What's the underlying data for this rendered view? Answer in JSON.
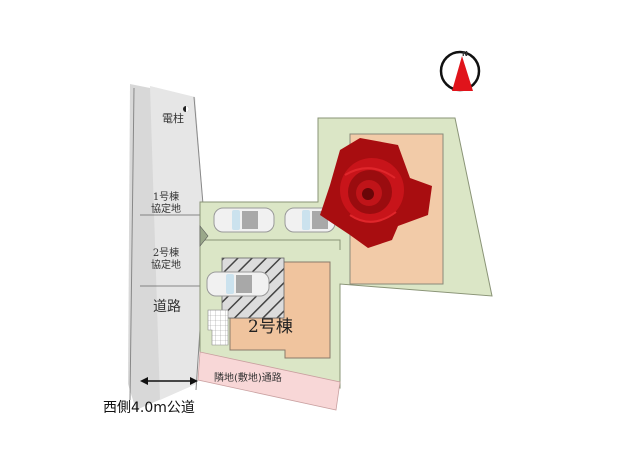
{
  "compass": {
    "label": "N",
    "ring_color": "#111111",
    "arrow_color": "#e0141b"
  },
  "road": {
    "name": "道路",
    "utility_pole_label": "電柱",
    "lot1_label_line1": "1号棟",
    "lot1_label_line2": "協定地",
    "lot2_label_line1": "2号棟",
    "lot2_label_line2": "協定地",
    "width_caption": "西側4.0m公道",
    "color": "#d6d6d6"
  },
  "buildings": [
    {
      "id": "building-2",
      "label": "2号棟",
      "color": "#f0c49e"
    },
    {
      "id": "building-1",
      "label": "",
      "color": "#f2cba8"
    }
  ],
  "adjacent_passage": {
    "label": "隣地(敷地)通路",
    "color": "#f8d7d7"
  },
  "colors": {
    "lot_green": "#dbe6c6",
    "lot_border": "#8a9477",
    "rose": "#b30f12"
  }
}
